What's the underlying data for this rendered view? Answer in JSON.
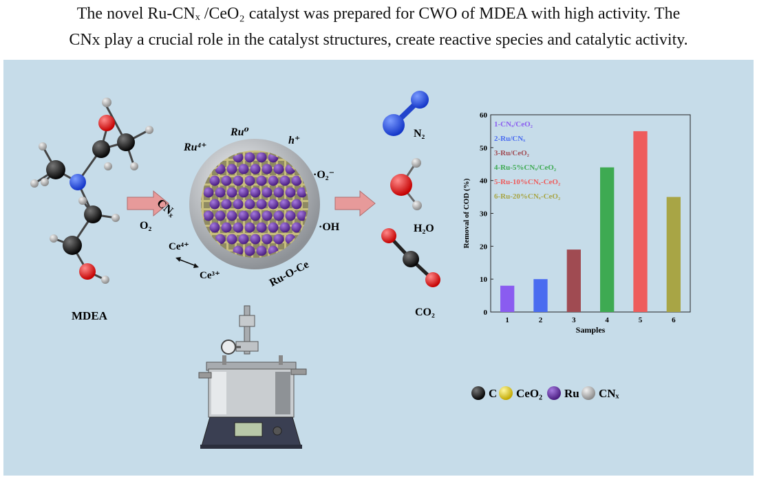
{
  "caption": {
    "line1": "The novel Ru-CNₓ /CeO₂ catalyst was prepared for CWO of MDEA with high activity.  The",
    "line2": "CNx play a crucial role in the catalyst structures, create reactive species and catalytic activity."
  },
  "molecules": {
    "mdea": "MDEA",
    "n2": "N₂",
    "h2o": "H₂O",
    "co2": "CO₂"
  },
  "reaction": {
    "cnx_label": "CNₓ",
    "o2_label": "O₂"
  },
  "catalyst": {
    "ru0": "Ru⁰",
    "ru4": "Ru⁴⁺",
    "h_plus": "h⁺",
    "o2_radical": "·O₂⁻",
    "oh_radical": "·OH",
    "ce4": "Ce⁴⁺",
    "ce3": "Ce³⁺",
    "ru_o_ce": "Ru-O-Ce"
  },
  "legend": [
    {
      "label": "C",
      "color": "#111111"
    },
    {
      "label": "CeO₂",
      "color": "#e8d400"
    },
    {
      "label": "Ru",
      "color": "#6a2d9e"
    },
    {
      "label": "CNₓ",
      "color": "#a0a4a8"
    }
  ],
  "chart_data": {
    "type": "bar",
    "categories": [
      "1",
      "2",
      "3",
      "4",
      "5",
      "6"
    ],
    "values": [
      8,
      10,
      19,
      44,
      55,
      35
    ],
    "series_names": [
      "1-CNₓ/CeO₂",
      "2-Ru/CNₓ",
      "3-Ru/CeO₂",
      "4-Ru-5%CNₓ/CeO₂",
      "5-Ru-10%CNₓ-CeO₂",
      "6-Ru-20%CNₓ-CeO₂"
    ],
    "colors": [
      "#8a5cf0",
      "#4a6cf0",
      "#a04b52",
      "#3eaa52",
      "#ee5c5c",
      "#a8a545"
    ],
    "xlabel": "Samples",
    "ylabel": "Removal of COD (%)",
    "ylim": [
      0,
      60
    ],
    "yticks": [
      0,
      10,
      20,
      30,
      40,
      50,
      60
    ],
    "grid": false,
    "legend_position": "top-left"
  }
}
